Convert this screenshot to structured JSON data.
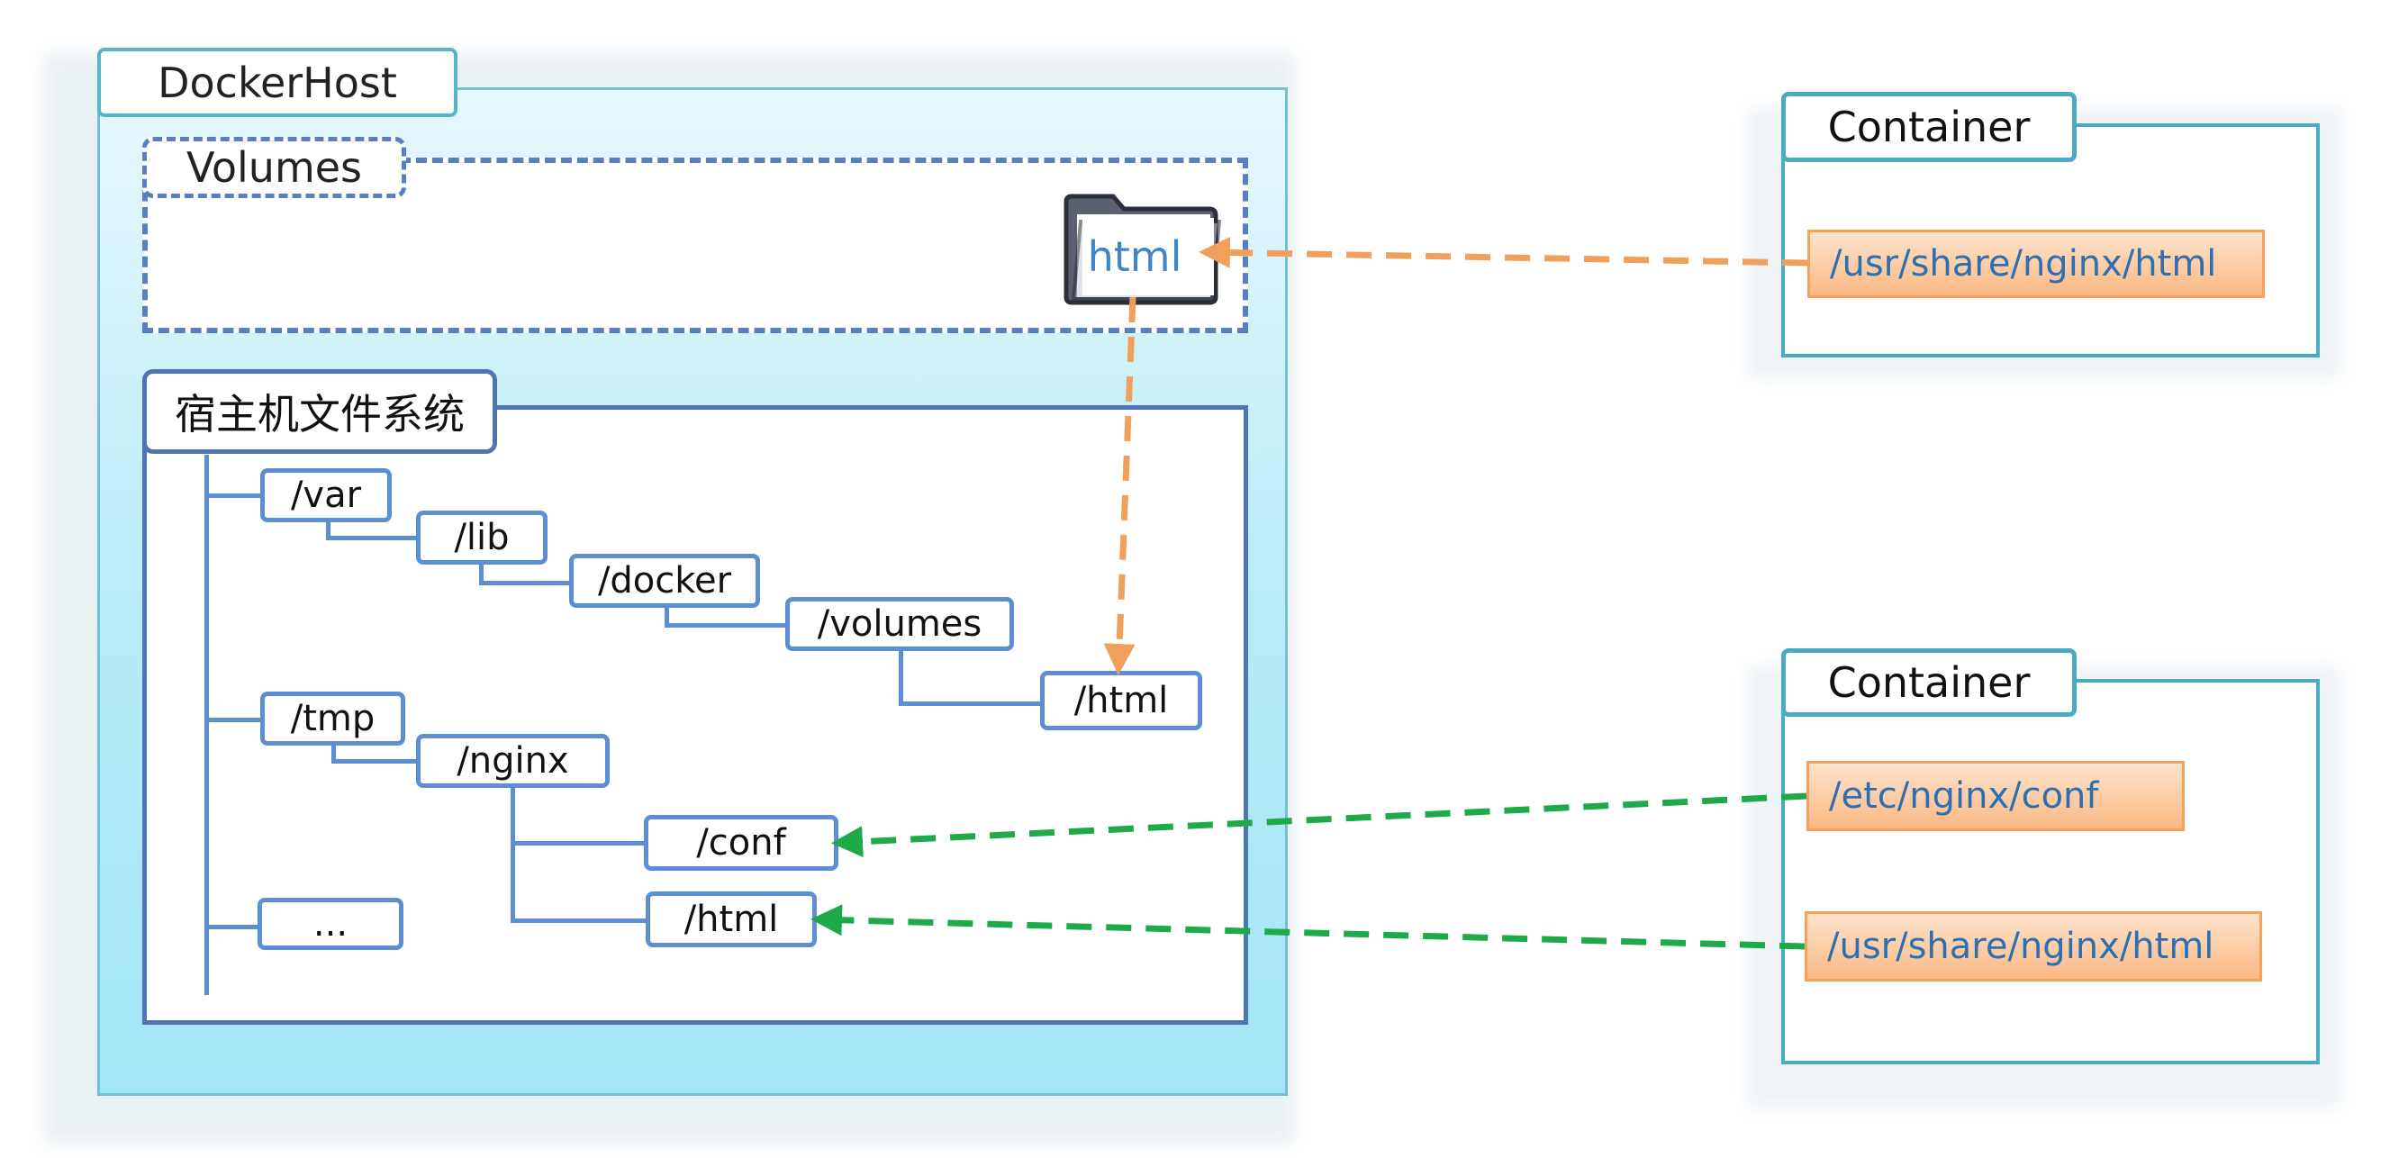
{
  "docker_host": {
    "title": "DockerHost",
    "volumes": {
      "title": "Volumes",
      "folder_label": "html"
    },
    "host_fs": {
      "title": "宿主机文件系统",
      "nodes": {
        "var": "/var",
        "lib": "/lib",
        "docker": "/docker",
        "volumes": "/volumes",
        "volumes_html": "/html",
        "tmp": "/tmp",
        "nginx": "/nginx",
        "conf": "/conf",
        "nginx_html": "/html",
        "ellipsis": "..."
      }
    }
  },
  "containers": [
    {
      "title": "Container",
      "mounts": [
        "/usr/share/nginx/html"
      ]
    },
    {
      "title": "Container",
      "mounts": [
        "/etc/nginx/conf",
        "/usr/share/nginx/html"
      ]
    }
  ],
  "colors": {
    "volume_link": "#f0a05a",
    "bind_mount_link": "#1faa4a",
    "tree_line": "#5b8fd2",
    "host_border": "#57b5c7",
    "container_border": "#4aaac1",
    "mount_fill": "#fbb983"
  }
}
